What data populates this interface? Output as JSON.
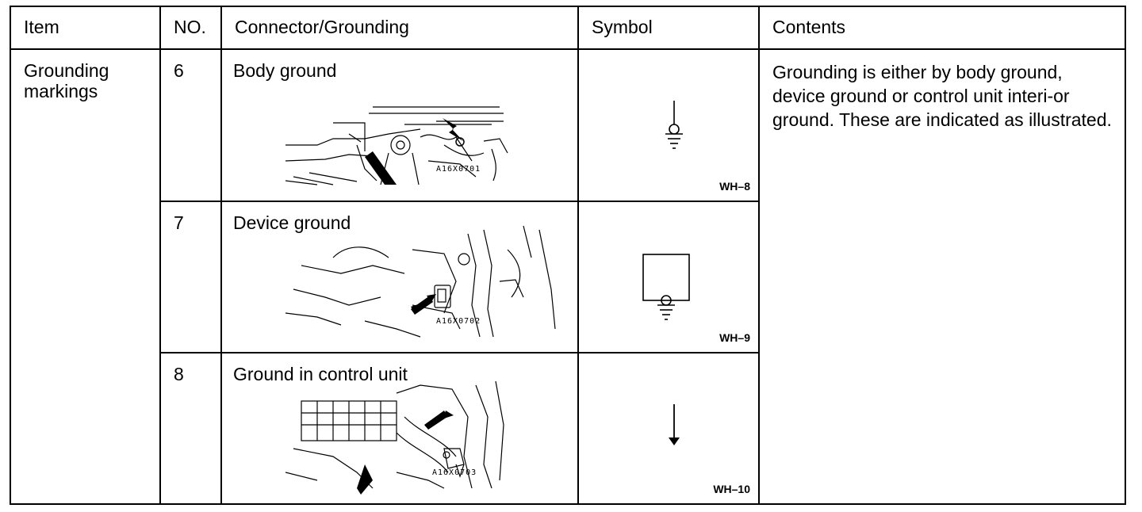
{
  "header": {
    "item": "Item",
    "no": "NO.",
    "connector": "Connector/Grounding",
    "symbol": "Symbol",
    "contents": "Contents"
  },
  "item_label": "Grounding markings",
  "contents_text": "Grounding is either by body ground, device ground or control unit interi-or ground. These are indicated as illustrated.",
  "rows": [
    {
      "no": "6",
      "connector": "Body ground",
      "figure_code": "A16X0701",
      "symbol_code": "WH–8",
      "symbol_icon": "body-ground-symbol-icon"
    },
    {
      "no": "7",
      "connector": "Device ground",
      "figure_code": "A16X0702",
      "symbol_code": "WH–9",
      "symbol_icon": "device-ground-symbol-icon"
    },
    {
      "no": "8",
      "connector": "Ground in control unit",
      "figure_code": "A16X0703",
      "symbol_code": "WH–10",
      "symbol_icon": "control-unit-ground-symbol-icon"
    }
  ]
}
